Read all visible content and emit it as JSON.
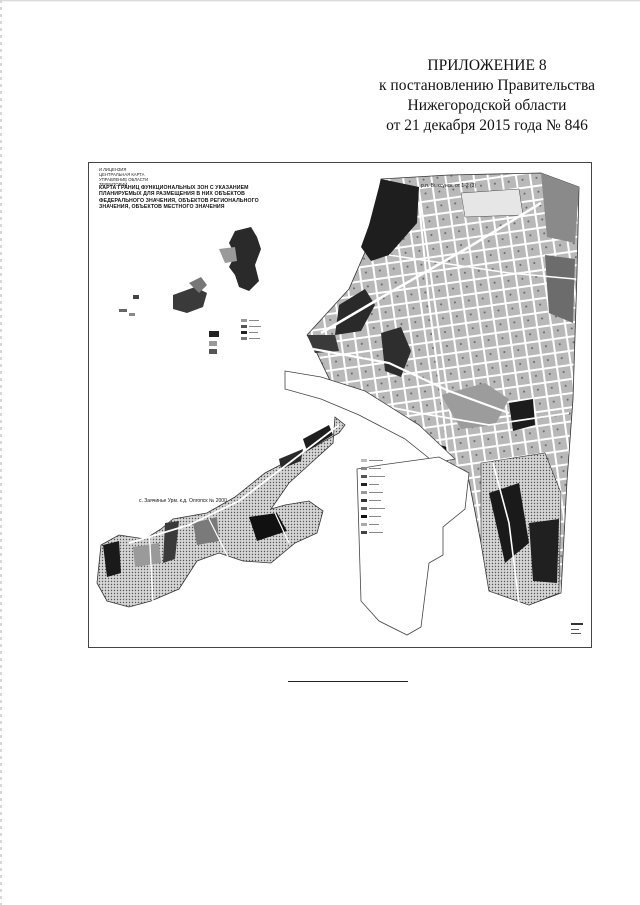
{
  "header": {
    "line1": "ПРИЛОЖЕНИЕ 8",
    "line2": "к постановлению Правительства",
    "line3": "Нижегородской области",
    "line4": "от 21 декабря 2015 года № 846"
  },
  "map": {
    "stamp_lines": [
      "И ЛИЦЕНЗИЯ",
      "ЦЕНТРАЛЬНАЯ КАРТА",
      "УПРАВЛЕНИЕ ОБЛАСТИ",
      "ТЕРРИТОРИЙ"
    ],
    "title_lines": [
      "КАРТА ГРАНИЦ ФУНКЦИОНАЛЬНЫХ ЗОН С УКАЗАНИЕМ",
      "ПЛАНИРУЕМЫХ ДЛЯ РАЗМЕЩЕНИЯ В НИХ ОБЪЕКТОВ",
      "ФЕДЕРАЛЬНОГО ЗНАЧЕНИЯ, ОБЪЕКТОВ РЕГИОНАЛЬНОГО",
      "ЗНАЧЕНИЯ, ОБЪЕКТОВ МЕСТНОГО ЗНАЧЕНИЯ"
    ],
    "label_northeast": "р.п. Выксунск. от 1-2 (3)",
    "label_southwest": "с. Заячинье Урм. к.д. Олгопск № 2000"
  },
  "colors": {
    "ink": "#111111",
    "zone_dark": "#1a1a1a",
    "zone_mid": "#7a7a7a",
    "zone_light": "#c8c8c8",
    "road": "#ffffff"
  }
}
